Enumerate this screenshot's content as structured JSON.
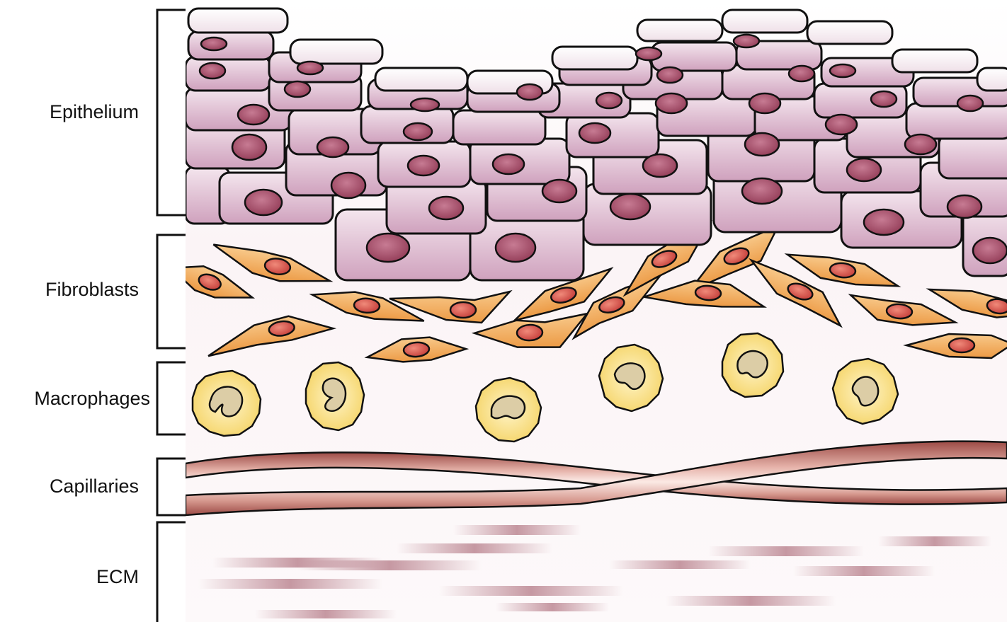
{
  "diagram": {
    "layers": [
      {
        "id": "epithelium",
        "label": "Epithelium"
      },
      {
        "id": "fibroblasts",
        "label": "Fibroblasts"
      },
      {
        "id": "macrophages",
        "label": "Macrophages"
      },
      {
        "id": "capillaries",
        "label": "Capillaries"
      },
      {
        "id": "ecm",
        "label": "ECM"
      }
    ],
    "colors": {
      "epithelium_cell": "#d9b3cc",
      "epithelium_nucleus": "#a84f6a",
      "fibroblast_cell": "#f0a955",
      "fibroblast_nucleus": "#d9544c",
      "macrophage_cell": "#f8e39a",
      "macrophage_nucleus": "#d8cba3",
      "capillary": "#c9837e",
      "ecm_fiber": "#b8808c"
    }
  }
}
